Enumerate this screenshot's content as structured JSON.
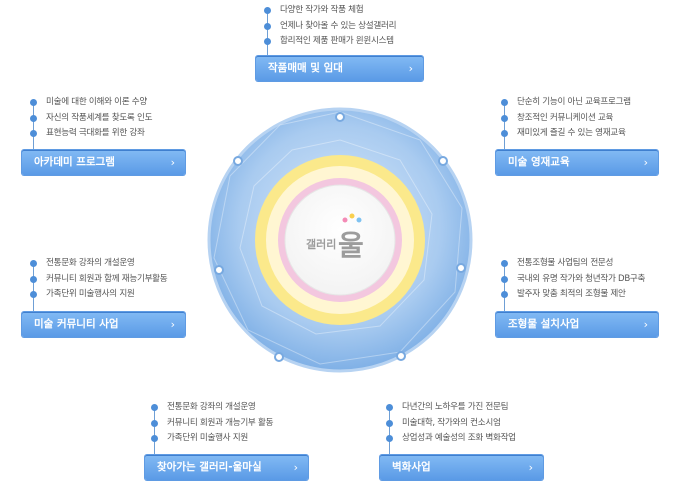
{
  "center": {
    "logo_small": "갤러리",
    "logo_large": "울"
  },
  "colors": {
    "accent": "#5a9ae6",
    "ring_yellow": "#fbe98b",
    "ring_pink": "#f3c7df",
    "disc_blue": "#9cc2ec"
  },
  "groups": [
    {
      "id": "trade",
      "button": "작품매매 및 임대",
      "items": [
        "다양한 작가와 작품 체험",
        "언제나 찾아올 수 있는 상설갤러리",
        "합리적인 제품 판매가 윈윈시스템"
      ]
    },
    {
      "id": "academy",
      "button": "아카데미 프로그램",
      "items": [
        "미술에 대한 이해와 이론 수양",
        "자신의 작품세계를 찾도록 인도",
        "표현능력 극대화를 위한 강좌"
      ]
    },
    {
      "id": "gifted",
      "button": "미술 영재교육",
      "items": [
        "단순히 기능이 아닌 교육프로그램",
        "창조적인 커뮤니케이션 교육",
        "재미있게 즐길 수 있는 영재교육"
      ]
    },
    {
      "id": "community",
      "button": "미술 커뮤니티 사업",
      "items": [
        "전통문화 강좌의 개설운영",
        "커뮤니티 회원과 함께 재능기부활동",
        "가족단위 미술행사의 지원"
      ]
    },
    {
      "id": "sculpture",
      "button": "조형물 설치사업",
      "items": [
        "전통조형물 사업팀의 전문성",
        "국내외 유명 작가와 청년작가 DB구축",
        "발주자 맞춤 최적의 조형물 제안"
      ]
    },
    {
      "id": "visiting",
      "button": "찾아가는 갤러리-울마실",
      "items": [
        "전통문화 강좌의 개설운영",
        "커뮤니티 회원과 개능기부 활동",
        "가족단위 미술행사 지원"
      ]
    },
    {
      "id": "mural",
      "button": "벽화사업",
      "items": [
        "다년간의 노하우를 가진 전문팀",
        "미술대학, 작가와의 컨소시엄",
        "상업성과 예술성의 조화 벽화작업"
      ]
    }
  ]
}
